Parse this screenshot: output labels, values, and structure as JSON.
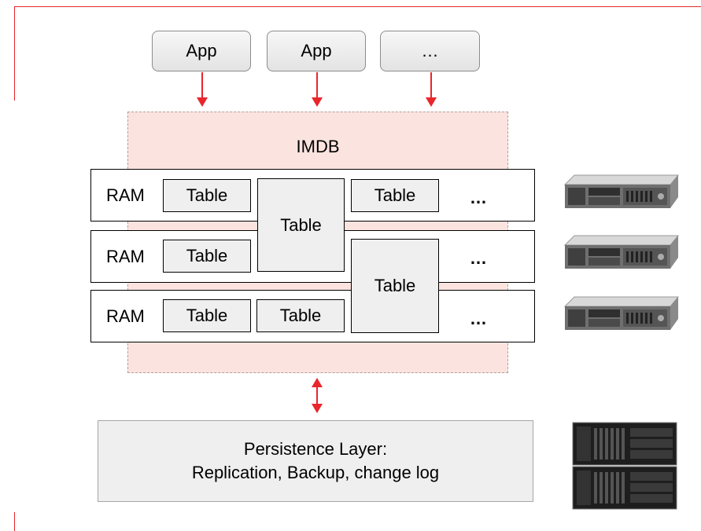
{
  "apps": [
    "App",
    "App",
    "…"
  ],
  "imdb": {
    "label": "IMDB"
  },
  "ram_rows": [
    {
      "label": "RAM",
      "tables": [
        "Table",
        "Table"
      ],
      "more": "…"
    },
    {
      "label": "RAM",
      "tables": [
        "Table"
      ],
      "more": "…"
    },
    {
      "label": "RAM",
      "tables": [
        "Table",
        "Table"
      ],
      "more": "…"
    }
  ],
  "spanning_tables": [
    "Table",
    "Table"
  ],
  "persistence": {
    "line1": "Persistence Layer:",
    "line2": "Replication, Backup, change log"
  },
  "icons": {
    "rack_servers": [
      "rack-server-icon",
      "rack-server-icon",
      "rack-server-icon"
    ],
    "tower_servers": [
      "storage-server-icon",
      "storage-server-icon"
    ]
  },
  "colors": {
    "arrow": "#e8262c",
    "imdb_fill": "#fbe4df",
    "table_fill": "#efefef",
    "frame": "#e8262c"
  }
}
